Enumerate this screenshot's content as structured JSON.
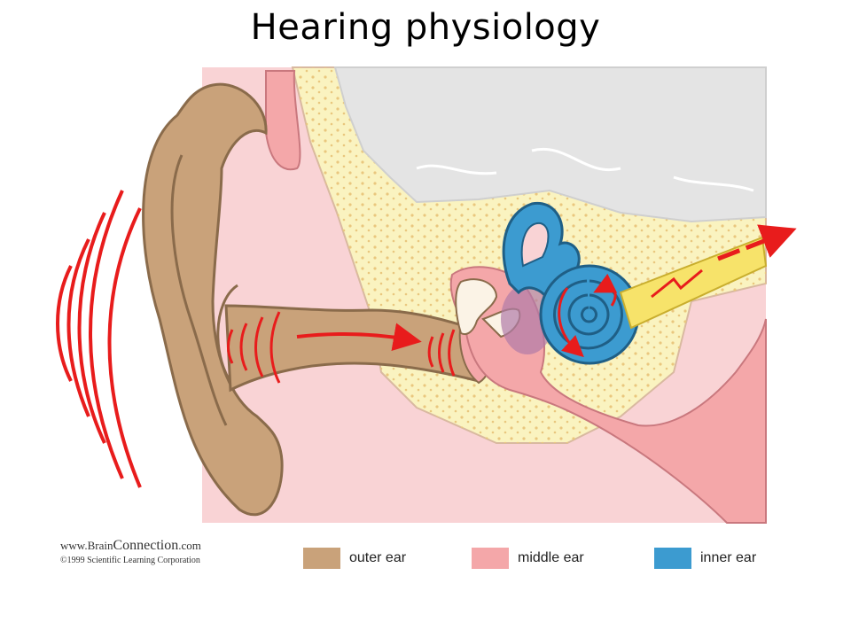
{
  "title": "Hearing physiology",
  "credit": {
    "site_prefix": "www.Brain",
    "site_brand": "Connection",
    "site_suffix": ".com",
    "copyright": "©1999 Scientific Learning Corporation"
  },
  "legend": [
    {
      "label": "outer ear",
      "color": "#c9a27a"
    },
    {
      "label": "middle ear",
      "color": "#f4a7a9"
    },
    {
      "label": "inner ear",
      "color": "#3c9bd0"
    }
  ],
  "colors": {
    "background_tissue": "#f9d3d5",
    "bone": "#faf3c0",
    "bone_dots": "#e9c77e",
    "brain": "#e4e4e4",
    "outer_ear": "#c9a27a",
    "middle_ear": "#f4a7a9",
    "inner_ear": "#3c9bd0",
    "nerve": "#f7e36a",
    "sound": "#e81c1c"
  }
}
